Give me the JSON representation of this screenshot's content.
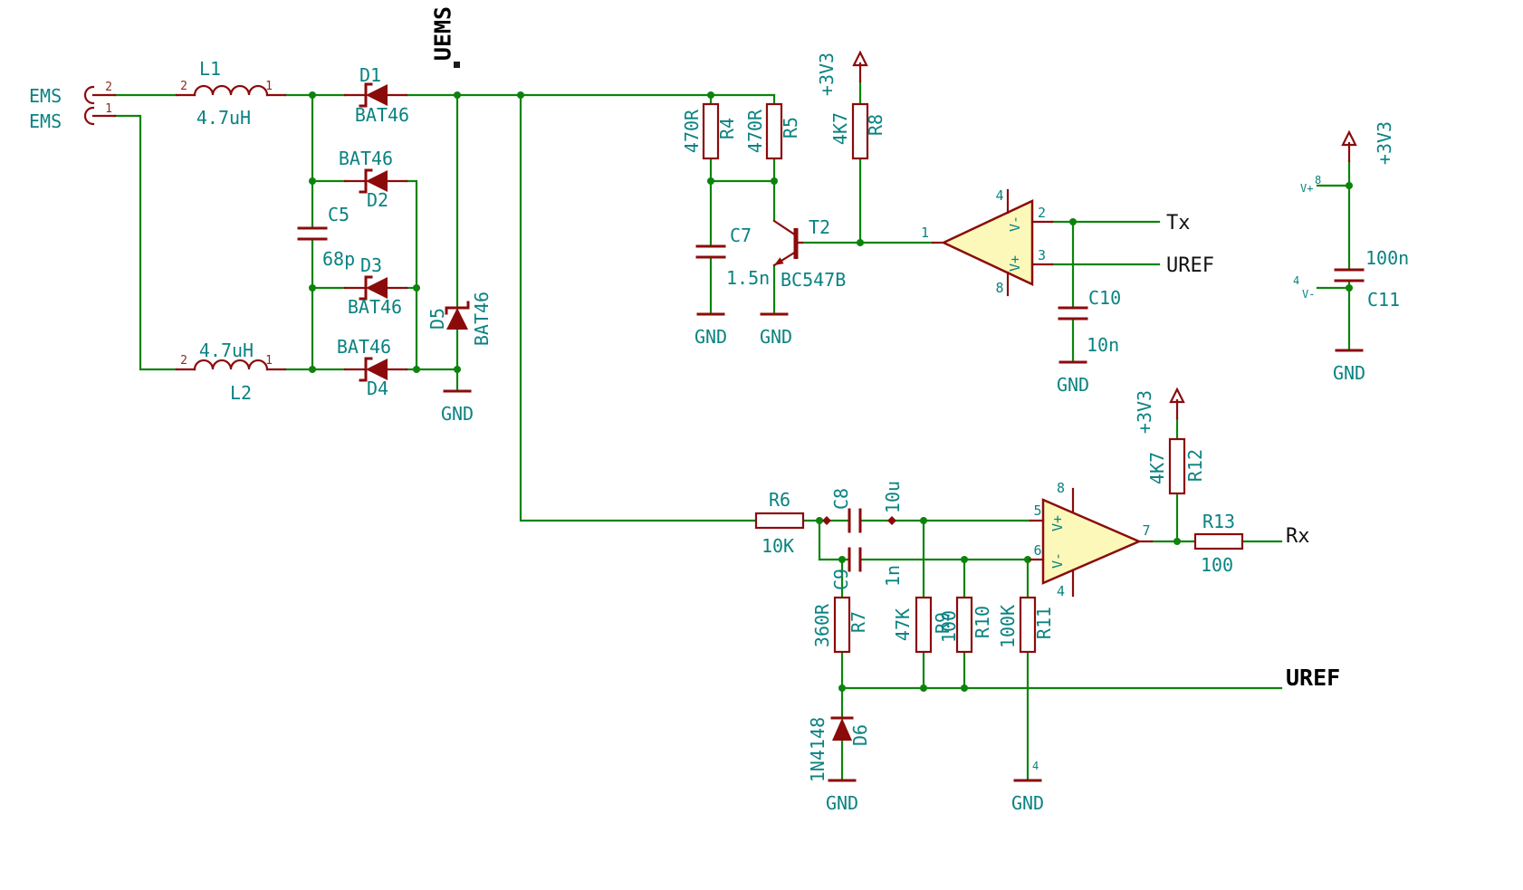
{
  "nets": {
    "uems": "UEMS",
    "tx": "Tx",
    "uref": "UREF",
    "rx": "Rx",
    "uref2": "UREF"
  },
  "power": {
    "v33": "+3V3",
    "gnd": "GND"
  },
  "connector": {
    "name_top": "EMS",
    "name_bottom": "EMS",
    "pin_top": "2",
    "pin_bottom": "1"
  },
  "components": {
    "L1": {
      "ref": "L1",
      "value": "4.7uH",
      "pin_left": "2",
      "pin_right": "1"
    },
    "L2": {
      "ref": "L2",
      "value": "4.7uH",
      "pin_left": "2",
      "pin_right": "1"
    },
    "D1": {
      "ref": "D1",
      "value": "BAT46"
    },
    "D2": {
      "ref": "D2",
      "value": "BAT46"
    },
    "D3": {
      "ref": "D3",
      "value": "BAT46"
    },
    "D4": {
      "ref": "D4",
      "value": "BAT46"
    },
    "D5": {
      "ref": "D5",
      "value": "BAT46"
    },
    "D6": {
      "ref": "D6",
      "value": "1N4148"
    },
    "C5": {
      "ref": "C5",
      "value": "68p"
    },
    "C7": {
      "ref": "C7",
      "value": "1.5n"
    },
    "C8": {
      "ref": "C8",
      "value": "10u"
    },
    "C9": {
      "ref": "C9",
      "value": "1n"
    },
    "C10": {
      "ref": "C10",
      "value": "10n"
    },
    "C11": {
      "ref": "C11",
      "value": "100n"
    },
    "R4": {
      "ref": "R4",
      "value": "470R"
    },
    "R5": {
      "ref": "R5",
      "value": "470R"
    },
    "R6": {
      "ref": "R6",
      "value": "10K"
    },
    "R7": {
      "ref": "R7",
      "value": "360R"
    },
    "R8": {
      "ref": "R8",
      "value": "4K7"
    },
    "R9": {
      "ref": "R9",
      "value": "47K"
    },
    "R10": {
      "ref": "R10",
      "value": "100"
    },
    "R11": {
      "ref": "R11",
      "value": "100K"
    },
    "R12": {
      "ref": "R12",
      "value": "4K7"
    },
    "R13": {
      "ref": "R13",
      "value": "100"
    },
    "T2": {
      "ref": "T2",
      "value": "BC547B"
    }
  },
  "opamp_a": {
    "out": "1",
    "in_minus": "2",
    "in_plus": "3",
    "pwr_top": "4",
    "pwr_bottom": "8",
    "lbl_minus": "V-",
    "lbl_plus": "V+"
  },
  "opamp_b": {
    "in_plus": "5",
    "in_minus": "6",
    "out": "7",
    "pwr_top": "8",
    "pwr_bottom": "4",
    "lbl_plus": "V+",
    "lbl_minus": "V-"
  },
  "pwr_pins": {
    "vplus": "V+",
    "vplus_num": "8",
    "vminus": "V-",
    "vminus_num": "4",
    "misc": "4"
  }
}
